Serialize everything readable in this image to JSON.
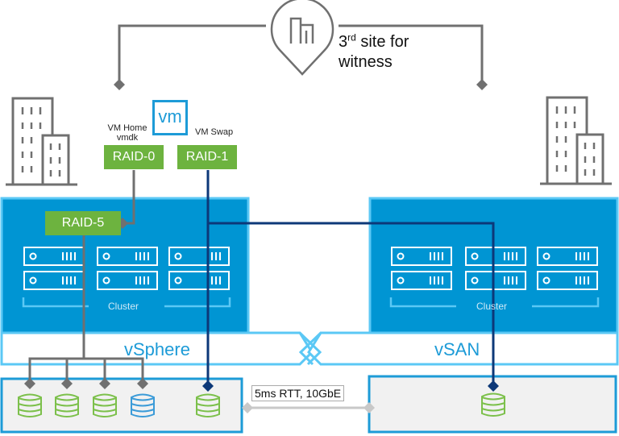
{
  "witness": {
    "label_prefix": "3",
    "label_sup": "rd",
    "label_rest": " site for",
    "label_line2": "witness",
    "icon": "location-pin-building-icon"
  },
  "vm": {
    "icon_label": "vm",
    "home_label_line1": "VM Home",
    "home_label_line2": "vmdk",
    "swap_label": "VM Swap"
  },
  "raid": {
    "home": "RAID-0",
    "swap": "RAID-1",
    "local": "RAID-5"
  },
  "sites": [
    {
      "name": "left-site",
      "platform_label": "vSphere",
      "cluster_label": "Cluster",
      "hosts": 6
    },
    {
      "name": "right-site",
      "platform_label": "vSAN",
      "cluster_label": "Cluster",
      "hosts": 6
    }
  ],
  "network": {
    "link_label": "5ms RTT, 10GbE"
  },
  "storage": {
    "left_disks": [
      "green",
      "green",
      "green",
      "blue",
      "green"
    ],
    "right_disks": [
      "green"
    ]
  },
  "colors": {
    "raid_green": "#6db33f",
    "cluster_blue": "#0095d3",
    "light_blue": "#5bc8f5",
    "dark_navy": "#0d3878",
    "gray": "#707070",
    "disk_green": "#7cc04b",
    "disk_blue": "#3b9bd8"
  }
}
